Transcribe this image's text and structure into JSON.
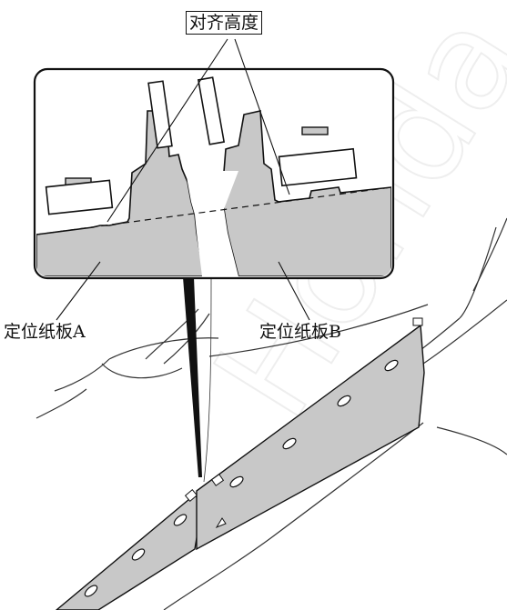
{
  "labels": {
    "title": "对齐高度",
    "board_a": "定位纸板A",
    "board_b": "定位纸板B"
  },
  "watermark": "Honda",
  "colors": {
    "paper_fill": "#c8c8c8",
    "line": "#111111",
    "watermark": "#f1f1f1",
    "background": "#ffffff"
  }
}
